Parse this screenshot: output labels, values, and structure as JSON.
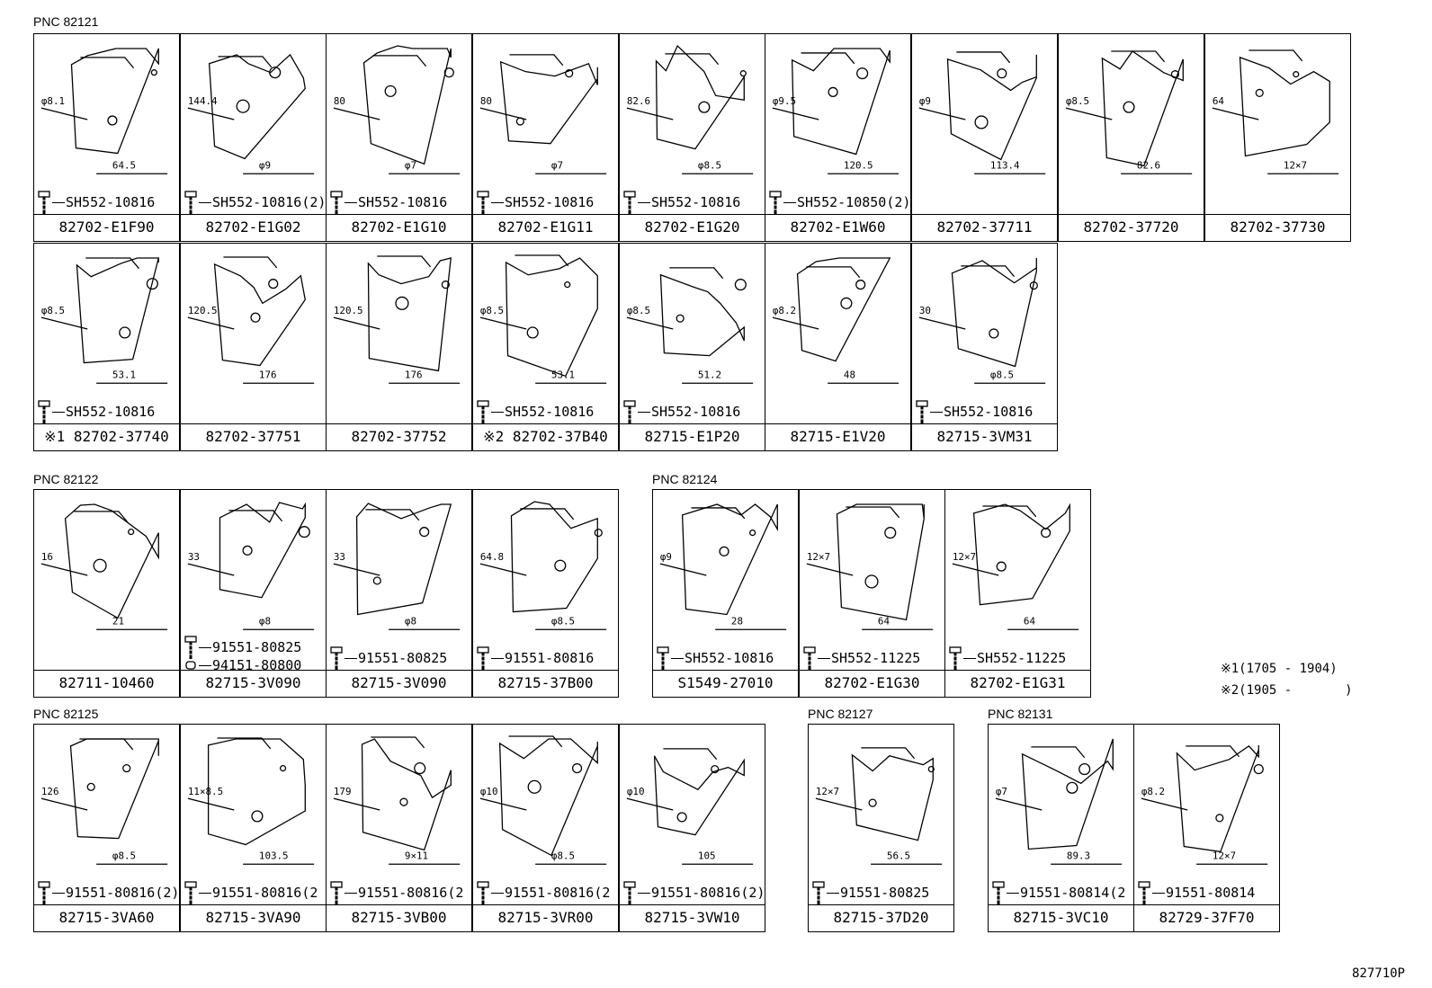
{
  "groups": [
    {
      "pnc": "PNC 82121",
      "cells": [
        {
          "bolt": "SH552-10816",
          "pn": "82702-E1F90",
          "dims": [
            "φ8.1",
            "64.5"
          ]
        },
        {
          "bolt": "SH552-10816(2)",
          "pn": "82702-E1G02",
          "dims": [
            "144.4",
            "φ9"
          ]
        },
        {
          "bolt": "SH552-10816",
          "pn": "82702-E1G10",
          "dims": [
            "80",
            "φ7"
          ]
        },
        {
          "bolt": "SH552-10816",
          "pn": "82702-E1G11",
          "dims": [
            "80",
            "φ7"
          ]
        },
        {
          "bolt": "SH552-10816",
          "pn": "82702-E1G20",
          "dims": [
            "82.6",
            "φ8.5"
          ]
        },
        {
          "bolt": "SH552-10850(2)",
          "pn": "82702-E1W60",
          "dims": [
            "φ9.5",
            "120.5"
          ]
        },
        {
          "bolt": "",
          "pn": "82702-37711",
          "dims": [
            "φ9",
            "113.4"
          ]
        },
        {
          "bolt": "",
          "pn": "82702-37720",
          "dims": [
            "φ8.5",
            "82.6"
          ]
        },
        {
          "bolt": "",
          "pn": "82702-37730",
          "dims": [
            "64",
            "12×7"
          ]
        },
        {
          "bolt": "SH552-10816",
          "pn": "※1 82702-37740",
          "dims": [
            "φ8.5",
            "53.1"
          ]
        },
        {
          "bolt": "",
          "pn": "82702-37751",
          "dims": [
            "120.5",
            "176"
          ]
        },
        {
          "bolt": "",
          "pn": "82702-37752",
          "dims": [
            "120.5",
            "176"
          ]
        },
        {
          "bolt": "SH552-10816",
          "pn": "※2 82702-37B40",
          "dims": [
            "φ8.5",
            "53.1"
          ]
        },
        {
          "bolt": "SH552-10816",
          "pn": "82715-E1P20",
          "dims": [
            "φ8.5",
            "51.2"
          ]
        },
        {
          "bolt": "",
          "pn": "82715-E1V20",
          "dims": [
            "φ8.2",
            "48"
          ]
        },
        {
          "bolt": "SH552-10816",
          "pn": "82715-3VM31",
          "dims": [
            "30",
            "φ8.5"
          ]
        }
      ]
    },
    {
      "pnc": "PNC 82122",
      "cells": [
        {
          "bolt": "",
          "pn": "82711-10460",
          "dims": [
            "16",
            "21"
          ]
        },
        {
          "bolt": "91551-80825",
          "bolt2": "94151-80800",
          "pn": "82715-3V090",
          "dims": [
            "33",
            "φ8"
          ]
        },
        {
          "bolt": "91551-80825",
          "pn": "82715-3V090",
          "dims": [
            "33",
            "φ8"
          ]
        },
        {
          "bolt": "91551-80816",
          "pn": "82715-37B00",
          "dims": [
            "64.8",
            "φ8.5"
          ]
        }
      ]
    },
    {
      "pnc": "PNC 82124",
      "cells": [
        {
          "bolt": "SH552-10816",
          "pn": "S1549-27010",
          "dims": [
            "φ9",
            "28"
          ]
        },
        {
          "bolt": "SH552-11225",
          "pn": "82702-E1G30",
          "dims": [
            "12×7",
            "64"
          ]
        },
        {
          "bolt": "SH552-11225",
          "pn": "82702-E1G31",
          "dims": [
            "12×7",
            "64"
          ]
        }
      ]
    },
    {
      "pnc": "PNC 82125",
      "cells": [
        {
          "bolt": "91551-80816(2)",
          "pn": "82715-3VA60",
          "dims": [
            "126",
            "φ8.5"
          ]
        },
        {
          "bolt": "91551-80816(2",
          "pn": "82715-3VA90",
          "dims": [
            "11×8.5",
            "103.5"
          ]
        },
        {
          "bolt": "91551-80816(2",
          "pn": "82715-3VB00",
          "dims": [
            "179",
            "9×11"
          ]
        },
        {
          "bolt": "91551-80816(2",
          "pn": "82715-3VR00",
          "dims": [
            "φ10",
            "φ8.5"
          ]
        },
        {
          "bolt": "91551-80816(2)",
          "pn": "82715-3VW10",
          "dims": [
            "φ10",
            "105"
          ]
        }
      ]
    },
    {
      "pnc": "PNC 82127",
      "cells": [
        {
          "bolt": "91551-80825",
          "pn": "82715-37D20",
          "dims": [
            "12×7",
            "56.5"
          ]
        }
      ]
    },
    {
      "pnc": "PNC 82131",
      "cells": [
        {
          "bolt": "91551-80814(2",
          "pn": "82715-3VC10",
          "dims": [
            "φ7",
            "89.3"
          ]
        },
        {
          "bolt": "91551-80814",
          "pn": "82729-37F70",
          "dims": [
            "φ8.2",
            "12×7"
          ]
        }
      ]
    }
  ],
  "notes": [
    "※1(1705 - 1904)",
    "※2(1905 -       )"
  ],
  "ref": "827710P"
}
